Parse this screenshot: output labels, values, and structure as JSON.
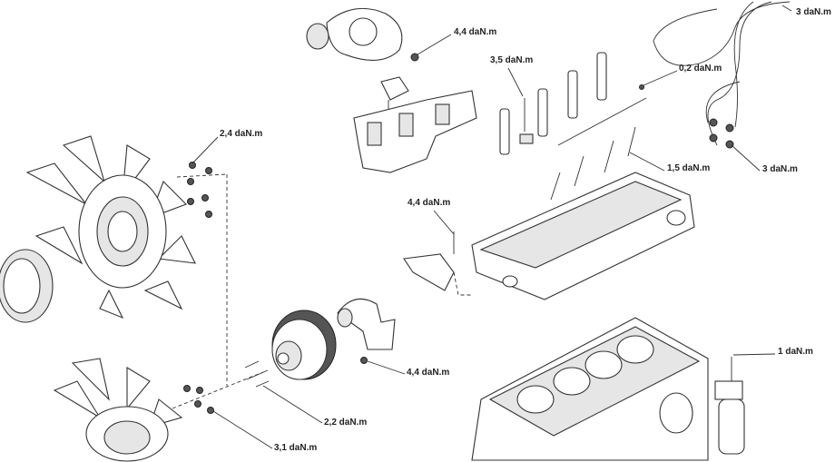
{
  "diagram": {
    "torque_labels": [
      {
        "id": "harness-top",
        "text": "3 daN.m"
      },
      {
        "id": "turbo",
        "text": "4,4 daN.m"
      },
      {
        "id": "injector-clamp",
        "text": "3,5 daN.m"
      },
      {
        "id": "leak-off-rail",
        "text": "0,2 daN.m"
      },
      {
        "id": "fan-nuts",
        "text": "2,4 daN.m"
      },
      {
        "id": "glow-plugs",
        "text": "1,5 daN.m"
      },
      {
        "id": "harness-nuts",
        "text": "3 daN.m"
      },
      {
        "id": "thermostat",
        "text": "4,4 daN.m"
      },
      {
        "id": "fuel-filter",
        "text": "1 daN.m"
      },
      {
        "id": "pump-bracket",
        "text": "4,4 daN.m"
      },
      {
        "id": "pulley-bolts",
        "text": "2,2 daN.m"
      },
      {
        "id": "fan-hub-nuts",
        "text": "3,1 daN.m"
      }
    ]
  }
}
